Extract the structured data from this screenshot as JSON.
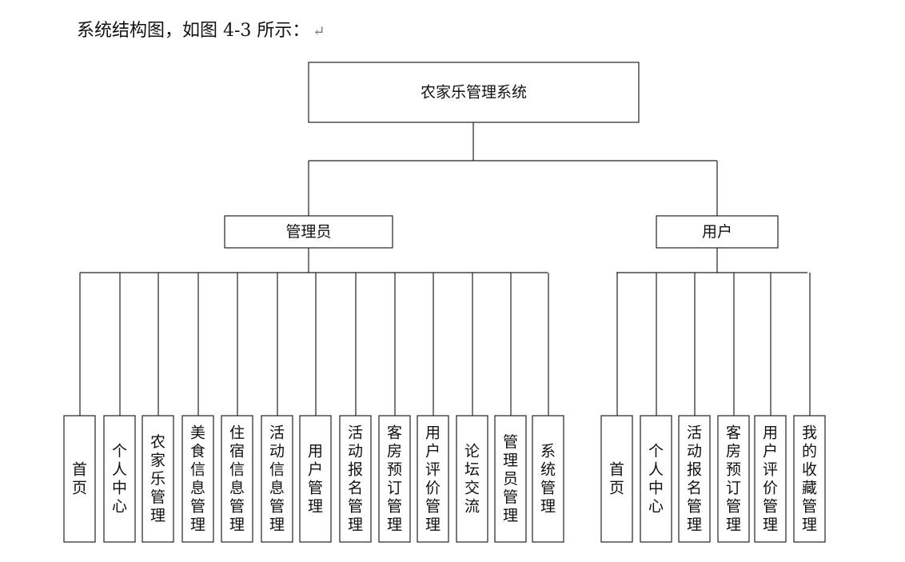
{
  "intro": {
    "text": "系统结构图，如图 4-3 所示：",
    "return_mark": "↵"
  },
  "diagram": {
    "root": "农家乐管理系统",
    "roles": [
      {
        "label": "管理员",
        "modules": [
          "首页",
          "个人中心",
          "农家乐管理",
          "美食信息管理",
          "住宿信息管理",
          "活动信息管理",
          "用户管理",
          "活动报名管理",
          "客房预订管理",
          "用户评价管理",
          "论坛交流",
          "管理员管理",
          "系统管理"
        ]
      },
      {
        "label": "用户",
        "modules": [
          "首页",
          "个人中心",
          "活动报名管理",
          "客房预订管理",
          "用户评价管理",
          "我的收藏管理"
        ]
      }
    ]
  }
}
